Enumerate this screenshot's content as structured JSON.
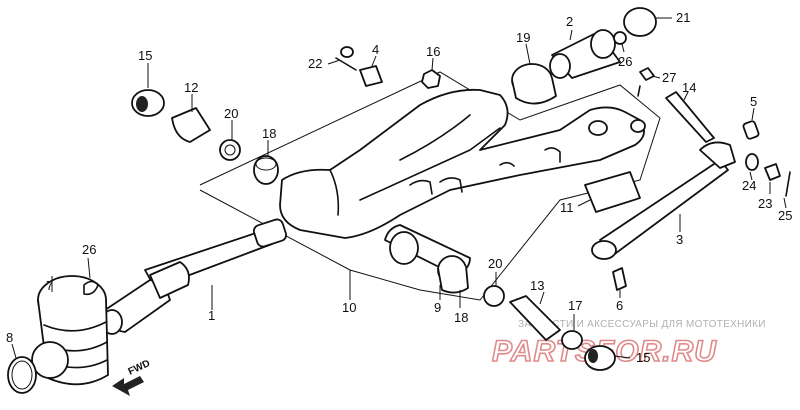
{
  "part_numbers": {
    "p1": "1",
    "p2": "2",
    "p3": "3",
    "p4": "4",
    "p5": "5",
    "p6": "6",
    "p7": "7",
    "p8": "8",
    "p9": "9",
    "p10": "10",
    "p11": "11",
    "p12": "12",
    "p13": "13",
    "p14": "14",
    "p15a": "15",
    "p15b": "15",
    "p16": "16",
    "p17": "17",
    "p18a": "18",
    "p18b": "18",
    "p19": "19",
    "p20a": "20",
    "p20b": "20",
    "p21": "21",
    "p22": "22",
    "p23": "23",
    "p24": "24",
    "p25": "25",
    "p26a": "26",
    "p26b": "26",
    "p27": "27"
  },
  "direction_marker": {
    "label": "FWD"
  },
  "watermark": {
    "caption": "ЗАПЧАСТИ И АКСЕССУАРЫ ДЛЯ МОТОТЕХНИКИ",
    "logo": "PARTSFOR.RU"
  }
}
